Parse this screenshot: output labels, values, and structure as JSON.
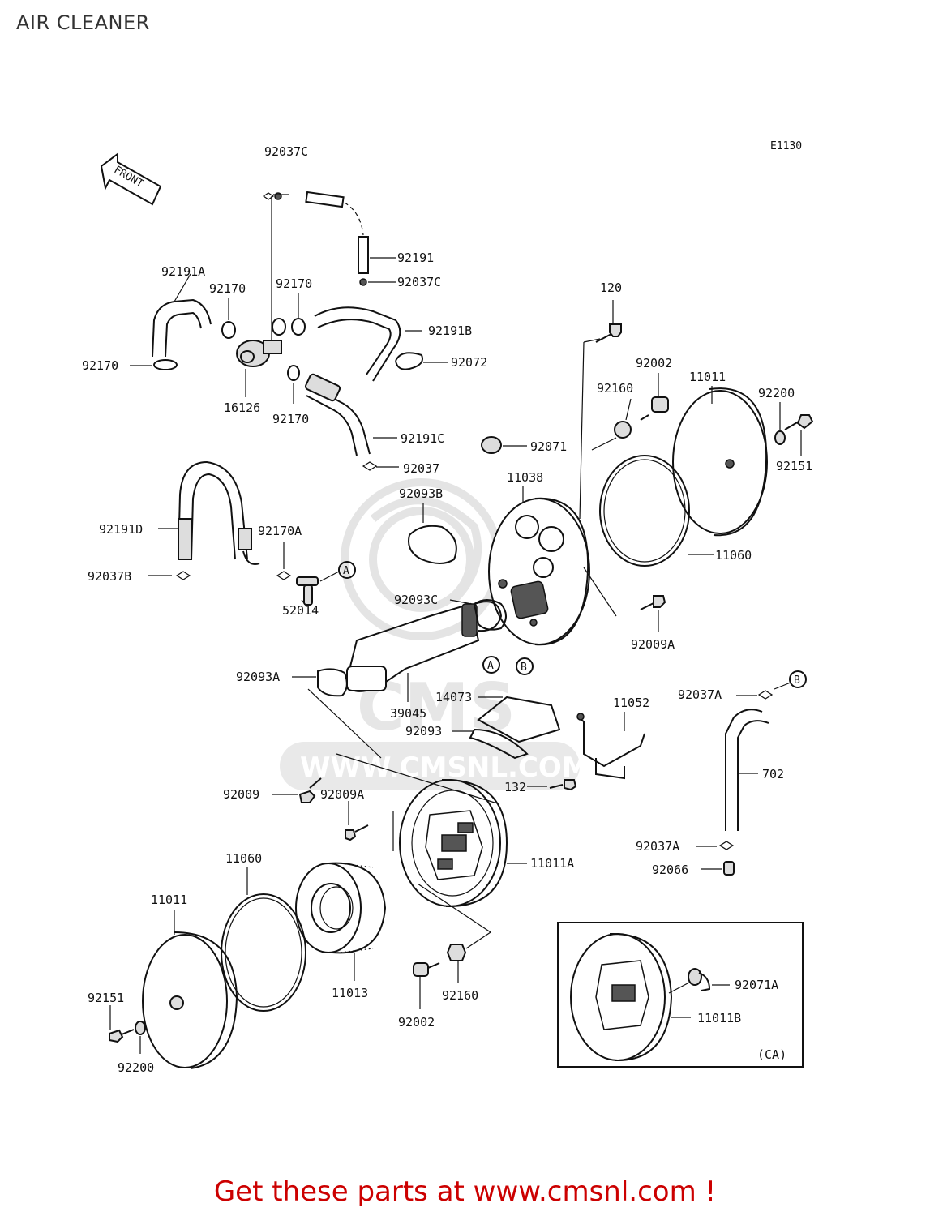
{
  "page": {
    "title": "AIR CLEANER",
    "diagram_code": "E1130"
  },
  "front_arrow": {
    "label": "FRONT"
  },
  "watermark": {
    "text": "CMS",
    "url": "WWW.CMSNL.COM"
  },
  "callouts": {
    "A": "A",
    "B": "B"
  },
  "parts": {
    "p92037C_top": "92037C",
    "p92191": "92191",
    "p92037C_mid": "92037C",
    "p92191A": "92191A",
    "p92170_a": "92170",
    "p92170_b": "92170",
    "p92191B": "92191B",
    "p92170_left": "92170",
    "p92072": "92072",
    "p16126": "16126",
    "p92170_c": "92170",
    "p92191C": "92191C",
    "p92037": "92037",
    "p120": "120",
    "p92002_top": "92002",
    "p11011_top": "11011",
    "p92160_top": "92160",
    "p92200_top": "92200",
    "p92071": "92071",
    "p92151_top": "92151",
    "p11038": "11038",
    "p92093B": "92093B",
    "p92191D": "92191D",
    "p92170A": "92170A",
    "p11060_top": "11060",
    "p92037B": "92037B",
    "p52014": "52014",
    "p92093C": "92093C",
    "p92009A_top": "92009A",
    "p92093A": "92093A",
    "p39045": "39045",
    "p14073": "14073",
    "p11052": "11052",
    "p92037A_right": "92037A",
    "p92093": "92093",
    "p702": "702",
    "p132": "132",
    "p92009": "92009",
    "p92009A_mid": "92009A",
    "p11060_bot": "11060",
    "p11011A": "11011A",
    "p92037A_low": "92037A",
    "p92066": "92066",
    "p11011_bot": "11011",
    "p92071A": "92071A",
    "p92151_bot": "92151",
    "p11013": "11013",
    "p92160_bot": "92160",
    "p11011B": "11011B",
    "p92002_bot": "92002",
    "p92200_bot": "92200",
    "pCA": "(CA)"
  },
  "footer": {
    "text": "Get these parts at www.cmsnl.com !"
  }
}
